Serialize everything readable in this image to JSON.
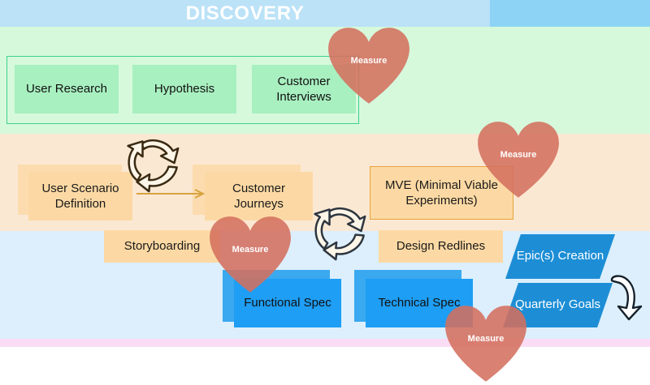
{
  "header": {
    "title": "DISCOVERY",
    "left_band_color": "#bbe2f7",
    "right_band_color": "#8cd3f5",
    "title_color": "#ffffff"
  },
  "bands": [
    {
      "name": "discovery-header",
      "color": "#bbe2f7"
    },
    {
      "name": "research-band",
      "color": "#d6f9dc"
    },
    {
      "name": "design-band",
      "color": "#fbe8d3"
    },
    {
      "name": "delivery-band",
      "color": "#ddeffc"
    },
    {
      "name": "footer-band",
      "color": "#fadcf5"
    }
  ],
  "green_section": {
    "boxes": [
      {
        "label": "User Research"
      },
      {
        "label": "Hypothesis"
      },
      {
        "label": "Customer Interviews"
      }
    ],
    "box_color": "#a8f0c0",
    "group_border_color": "#3ecf8e"
  },
  "orange_section": {
    "boxes": [
      {
        "label": "User Scenario Definition"
      },
      {
        "label": "Customer Journeys"
      },
      {
        "label": "MVE (Minimal Viable Experiments)"
      },
      {
        "label": "Storyboarding"
      },
      {
        "label": "Design Redlines"
      }
    ],
    "box_color": "#fcd9a4",
    "border_color": "#e8a33c"
  },
  "blue_section": {
    "boxes": [
      {
        "label": "Functional Spec"
      },
      {
        "label": "Technical Spec"
      }
    ],
    "parallelograms": [
      {
        "label": "Epic(s) Creation"
      },
      {
        "label": "Quarterly Goals"
      }
    ],
    "box_color": "#1e9ef4",
    "parallelogram_color": "#1d8ed6"
  },
  "measures": [
    {
      "label": "Measure"
    },
    {
      "label": "Measure"
    },
    {
      "label": "Measure"
    },
    {
      "label": "Measure"
    }
  ],
  "heart_color": "#d4705f",
  "icons": {
    "cycle": "recycle-loop-icon",
    "hook": "curved-down-arrow-icon",
    "flow": "right-arrow-icon"
  }
}
